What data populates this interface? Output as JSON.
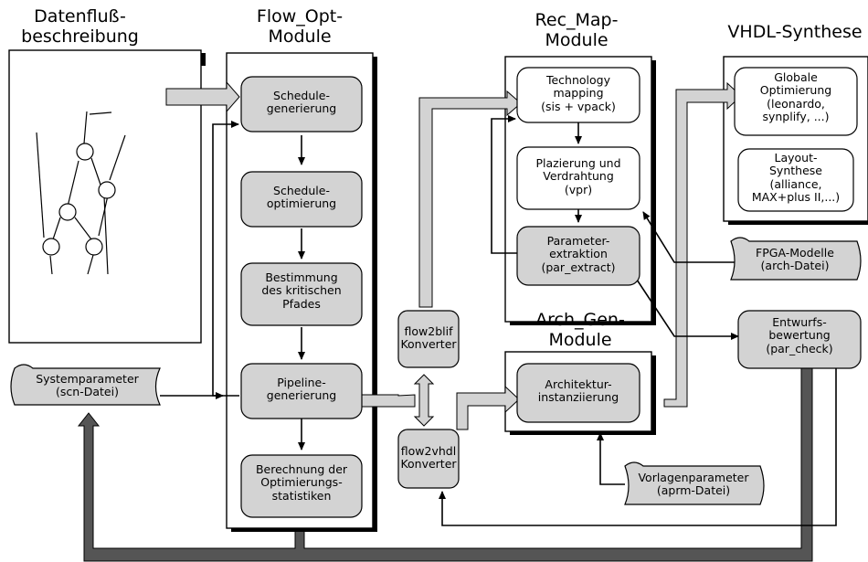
{
  "headings": {
    "datenfluss": "Datenfluß-\nbeschreibung",
    "flow_opt": "Flow_Opt-\nModule",
    "rec_map": "Rec_Map-\nModule",
    "vhdl_synthese": "VHDL-Synthese",
    "arch_gen": "Arch_Gen-\nModule"
  },
  "flow_opt": {
    "schedule_gen": "Schedule-\ngenerierung",
    "schedule_opt": "Schedule-\noptimierung",
    "kritischer_pfad": "Bestimmung\ndes kritischen\nPfades",
    "pipeline_gen": "Pipeline-\ngenerierung",
    "statistik": "Berechnung der\nOptimierungs-\nstatistiken"
  },
  "rec_map": {
    "tech_mapping": "Technology\nmapping\n(sis + vpack)",
    "plazierung": "Plazierung und\nVerdrahtung\n(vpr)",
    "parameter_extraktion": "Parameter-\nextraktion\n(par_extract)"
  },
  "vhdl": {
    "globale_opt": "Globale\nOptimierung\n(leonardo,\nsynplify, ...)",
    "layout_synthese": "Layout-\nSynthese\n(alliance,\nMAX+plus II,...)"
  },
  "arch_gen": {
    "instanziierung": "Architektur-\ninstanziierung"
  },
  "converters": {
    "flow2blif": "flow2blif\nKonverter",
    "flow2vhdl": "flow2vhdl\nKonverter"
  },
  "files": {
    "systemparameter": "Systemparameter\n(scn-Datei)",
    "fpga_modelle": "FPGA-Modelle\n(arch-Datei)",
    "vorlagenparameter": "Vorlagenparameter\n(aprm-Datei)"
  },
  "other": {
    "entwurfsbewertung": "Entwurfs-\nbewertung\n(par_check)"
  },
  "colors": {
    "node_fill": "#d3d3d3",
    "thick_arrow_fill": "#d3d3d3",
    "dark_bar": "#555555",
    "line": "#000000"
  }
}
